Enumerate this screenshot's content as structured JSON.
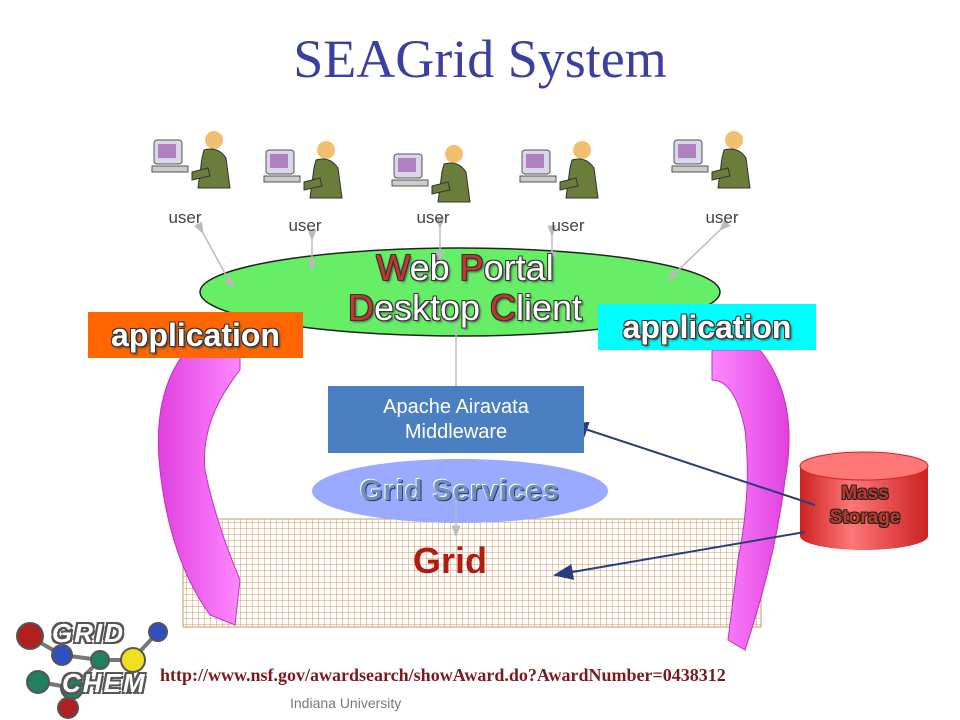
{
  "title": "SEAGrid System",
  "users": [
    {
      "label": "user"
    },
    {
      "label": "user"
    },
    {
      "label": "user"
    },
    {
      "label": "user"
    },
    {
      "label": "user"
    }
  ],
  "portal": {
    "line1_cap1": "W",
    "line1_rest1": "eb ",
    "line1_cap2": "P",
    "line1_rest2": "ortal",
    "line2_cap1": "D",
    "line2_rest1": "esktop ",
    "line2_cap2": "C",
    "line2_rest2": "lient"
  },
  "application_left": "application",
  "application_right": "application",
  "middleware": {
    "line1": "Apache Airavata",
    "line2": "Middleware"
  },
  "grid_services": "Grid Services",
  "grid": "Grid",
  "mass_storage": {
    "line1": "Mass",
    "line2": "Storage"
  },
  "url": "http://www.nsf.gov/awardsearch/showAward.do?AwardNumber=0438312",
  "footer": "Indiana University",
  "logo": {
    "line1": "GRID",
    "line2": "CHEM"
  },
  "colors": {
    "title": "#3b3f9e",
    "portal_fill": "#66ee66",
    "app_left": "#ff6600",
    "app_right": "#00ffff",
    "middleware": "#4a7fc1",
    "grid_services": "#99aaff",
    "grid_lines": "#c0a060",
    "cycle_arrows": "#ff66ff",
    "mass_storage": "#ff5555"
  }
}
